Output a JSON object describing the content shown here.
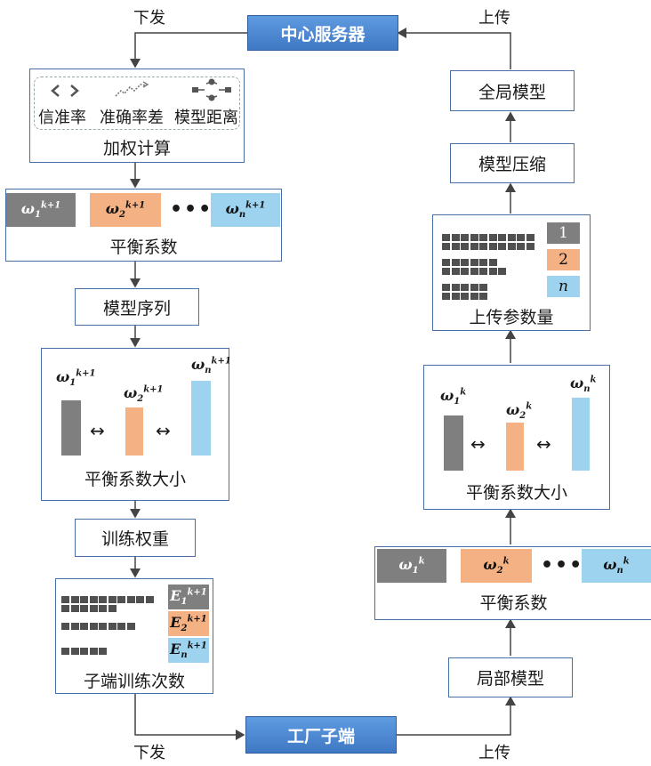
{
  "colors": {
    "server": "#4a86d0",
    "border": "#4a6fa5",
    "gray": "#7f7f7f",
    "peach": "#f4b183",
    "sky": "#9dd3ef"
  },
  "server_top": "中心服务器",
  "server_bottom": "工厂子端",
  "edge_labels": {
    "top_left": "下发",
    "top_right": "上传",
    "bottom_left": "下发",
    "bottom_right": "上传"
  },
  "left": {
    "weighting": {
      "metrics": [
        "信准率",
        "准确率差",
        "模型距离"
      ],
      "title": "加权计算"
    },
    "balance": {
      "w1": "ω",
      "w1_sub": "1",
      "w1_sup": "k+1",
      "w2": "ω",
      "w2_sub": "2",
      "w2_sup": "k+1",
      "dots": "•••",
      "wn": "ω",
      "wn_sub": "n",
      "wn_sup": "k+1",
      "title": "平衡系数"
    },
    "model_sequence": "模型序列",
    "size": {
      "title": "平衡系数大小",
      "arrow": "↔"
    },
    "train_weight": "训练权重",
    "epochs": {
      "e1": "E",
      "e1_sub": "1",
      "e1_sup": "k+1",
      "e2": "E",
      "e2_sub": "2",
      "e2_sup": "k+1",
      "en": "E",
      "en_sub": "n",
      "en_sup": "k+1",
      "title": "子端训练次数"
    }
  },
  "right": {
    "global_model": "全局模型",
    "compression": "模型压缩",
    "upload": {
      "l1": "1",
      "l2": "2",
      "ln": "n",
      "title": "上传参数量"
    },
    "size": {
      "w1": "ω",
      "w1_sub": "1",
      "w1_sup": "k",
      "w2": "ω",
      "w2_sub": "2",
      "w2_sup": "k",
      "wn": "ω",
      "wn_sub": "n",
      "wn_sup": "k",
      "title": "平衡系数大小",
      "arrow": "↔"
    },
    "balance": {
      "w1": "ω",
      "w1_sub": "1",
      "w1_sup": "k",
      "w2": "ω",
      "w2_sub": "2",
      "w2_sup": "k",
      "dots": "•••",
      "wn": "ω",
      "wn_sub": "n",
      "wn_sup": "k",
      "title": "平衡系数"
    },
    "local_model": "局部模型"
  }
}
